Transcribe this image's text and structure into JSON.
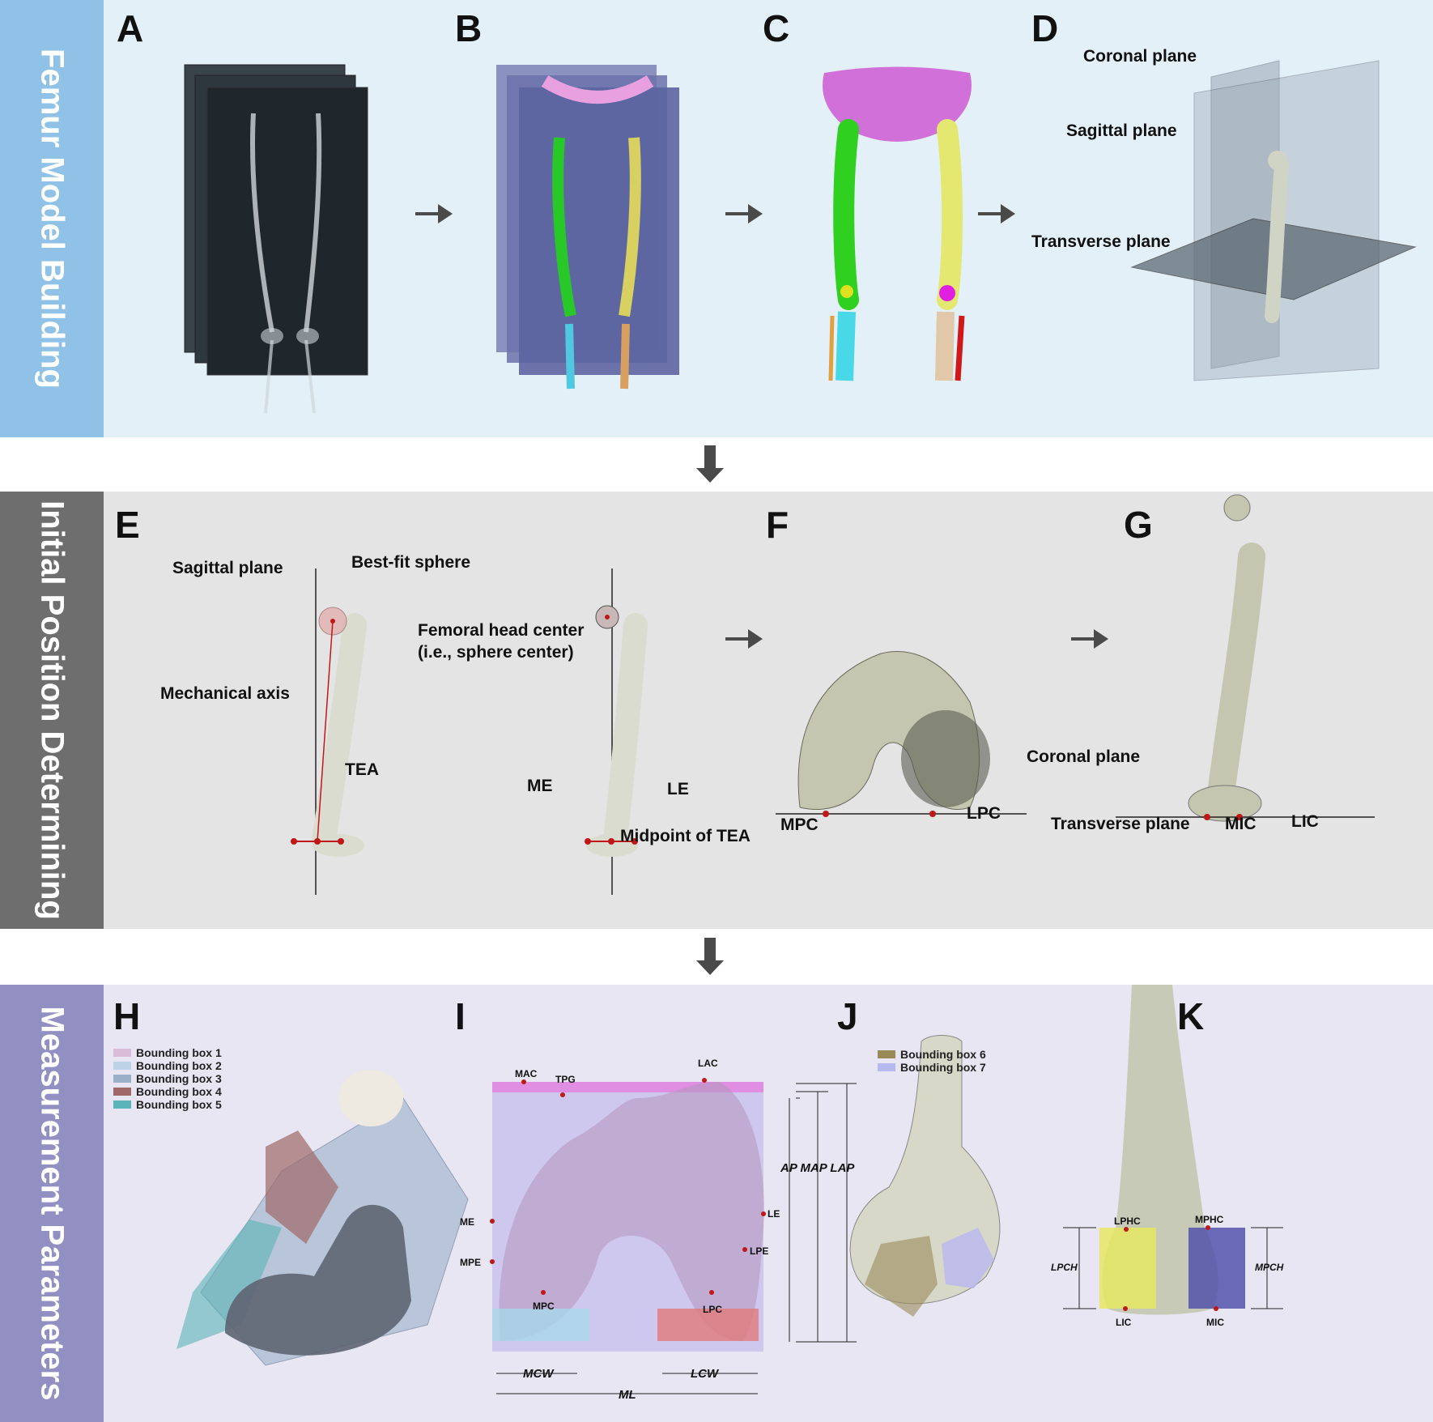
{
  "sections": {
    "femur_model_building": "Femur Model Building",
    "initial_position_determining": "Initial Position Determining",
    "measurement_parameters": "Measurement Parameters"
  },
  "panels": {
    "a": "A",
    "b": "B",
    "c": "C",
    "d": "D",
    "e": "E",
    "f": "F",
    "g": "G",
    "h": "H",
    "i": "I",
    "j": "J",
    "k": "K"
  },
  "panel_d": {
    "coronal": "Coronal plane",
    "sagittal": "Sagittal plane",
    "transverse": "Transverse plane"
  },
  "panel_e": {
    "sagittal": "Sagittal plane",
    "sphere": "Best-fit sphere",
    "mech_axis": "Mechanical axis",
    "tea": "TEA",
    "head_center_1": "Femoral head center",
    "head_center_2": "(i.e., sphere center)",
    "me": "ME",
    "le": "LE",
    "midpoint": "Midpoint of TEA"
  },
  "panel_f": {
    "coronal": "Coronal plane",
    "mpc": "MPC",
    "lpc": "LPC"
  },
  "panel_g": {
    "transverse": "Transverse plane",
    "mic": "MIC",
    "lic": "LIC"
  },
  "panel_h": {
    "legend": [
      "Bounding box 1",
      "Bounding box 2",
      "Bounding box 3",
      "Bounding box 4",
      "Bounding box 5"
    ],
    "colors": [
      "#d8bcd8",
      "#bcd2e6",
      "#9ab0c8",
      "#a06868",
      "#5ab4b8"
    ]
  },
  "panel_i": {
    "mac": "MAC",
    "tpg": "TPG",
    "lac": "LAC",
    "me": "ME",
    "le": "LE",
    "mpe": "MPE",
    "lpe": "LPE",
    "mpc": "MPC",
    "lpc": "LPC",
    "ap": "AP",
    "map": "MAP",
    "lap": "LAP",
    "mcw": "MCW",
    "lcw": "LCW",
    "ml": "ML"
  },
  "panel_j": {
    "legend": [
      "Bounding box 6",
      "Bounding box 7"
    ],
    "colors": [
      "#9a8a5a",
      "#b8b8f0"
    ]
  },
  "panel_k": {
    "lphc": "LPHC",
    "mphc": "MPHC",
    "lpch": "LPCH",
    "mpch": "MPCH",
    "lic": "LIC",
    "mic": "MIC"
  },
  "colors": {
    "band1_side": "#8fc2e6",
    "band1_bg": "#e4f0f8",
    "band2_side": "#6e6e6e",
    "band2_bg": "#e4e4e4",
    "band3_side": "#9290c2",
    "band3_bg": "#e8e6f2",
    "landmark": "#c01818",
    "arrow": "#4a4a4a"
  }
}
